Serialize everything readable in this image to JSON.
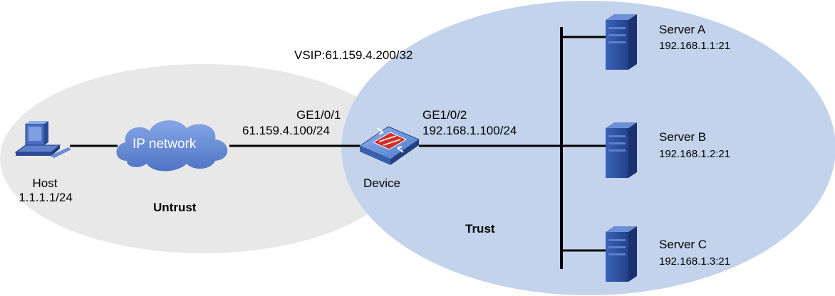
{
  "zones": {
    "untrust": {
      "label": "Untrust",
      "color": "#e8e8e8"
    },
    "trust": {
      "label": "Trust",
      "color": "#c4d3ec"
    }
  },
  "host": {
    "name": "Host",
    "ip": "1.1.1.1/24"
  },
  "cloud": {
    "label": "IP network",
    "color": "#6a8fd6"
  },
  "device": {
    "name": "Device",
    "vsip": "VSIP:61.159.4.200/32",
    "if_untrust": {
      "name": "GE1/0/1",
      "ip": "61.159.4.100/24"
    },
    "if_trust": {
      "name": "GE1/0/2",
      "ip": "192.168.1.100/24"
    }
  },
  "servers": [
    {
      "name": "Server A",
      "addr": "192.168.1.1:21"
    },
    {
      "name": "Server B",
      "addr": "192.168.1.2:21"
    },
    {
      "name": "Server C",
      "addr": "192.168.1.3:21"
    }
  ],
  "colors": {
    "link": "#000000",
    "server": "#2a4c9a",
    "firewall": "#d0302a"
  }
}
